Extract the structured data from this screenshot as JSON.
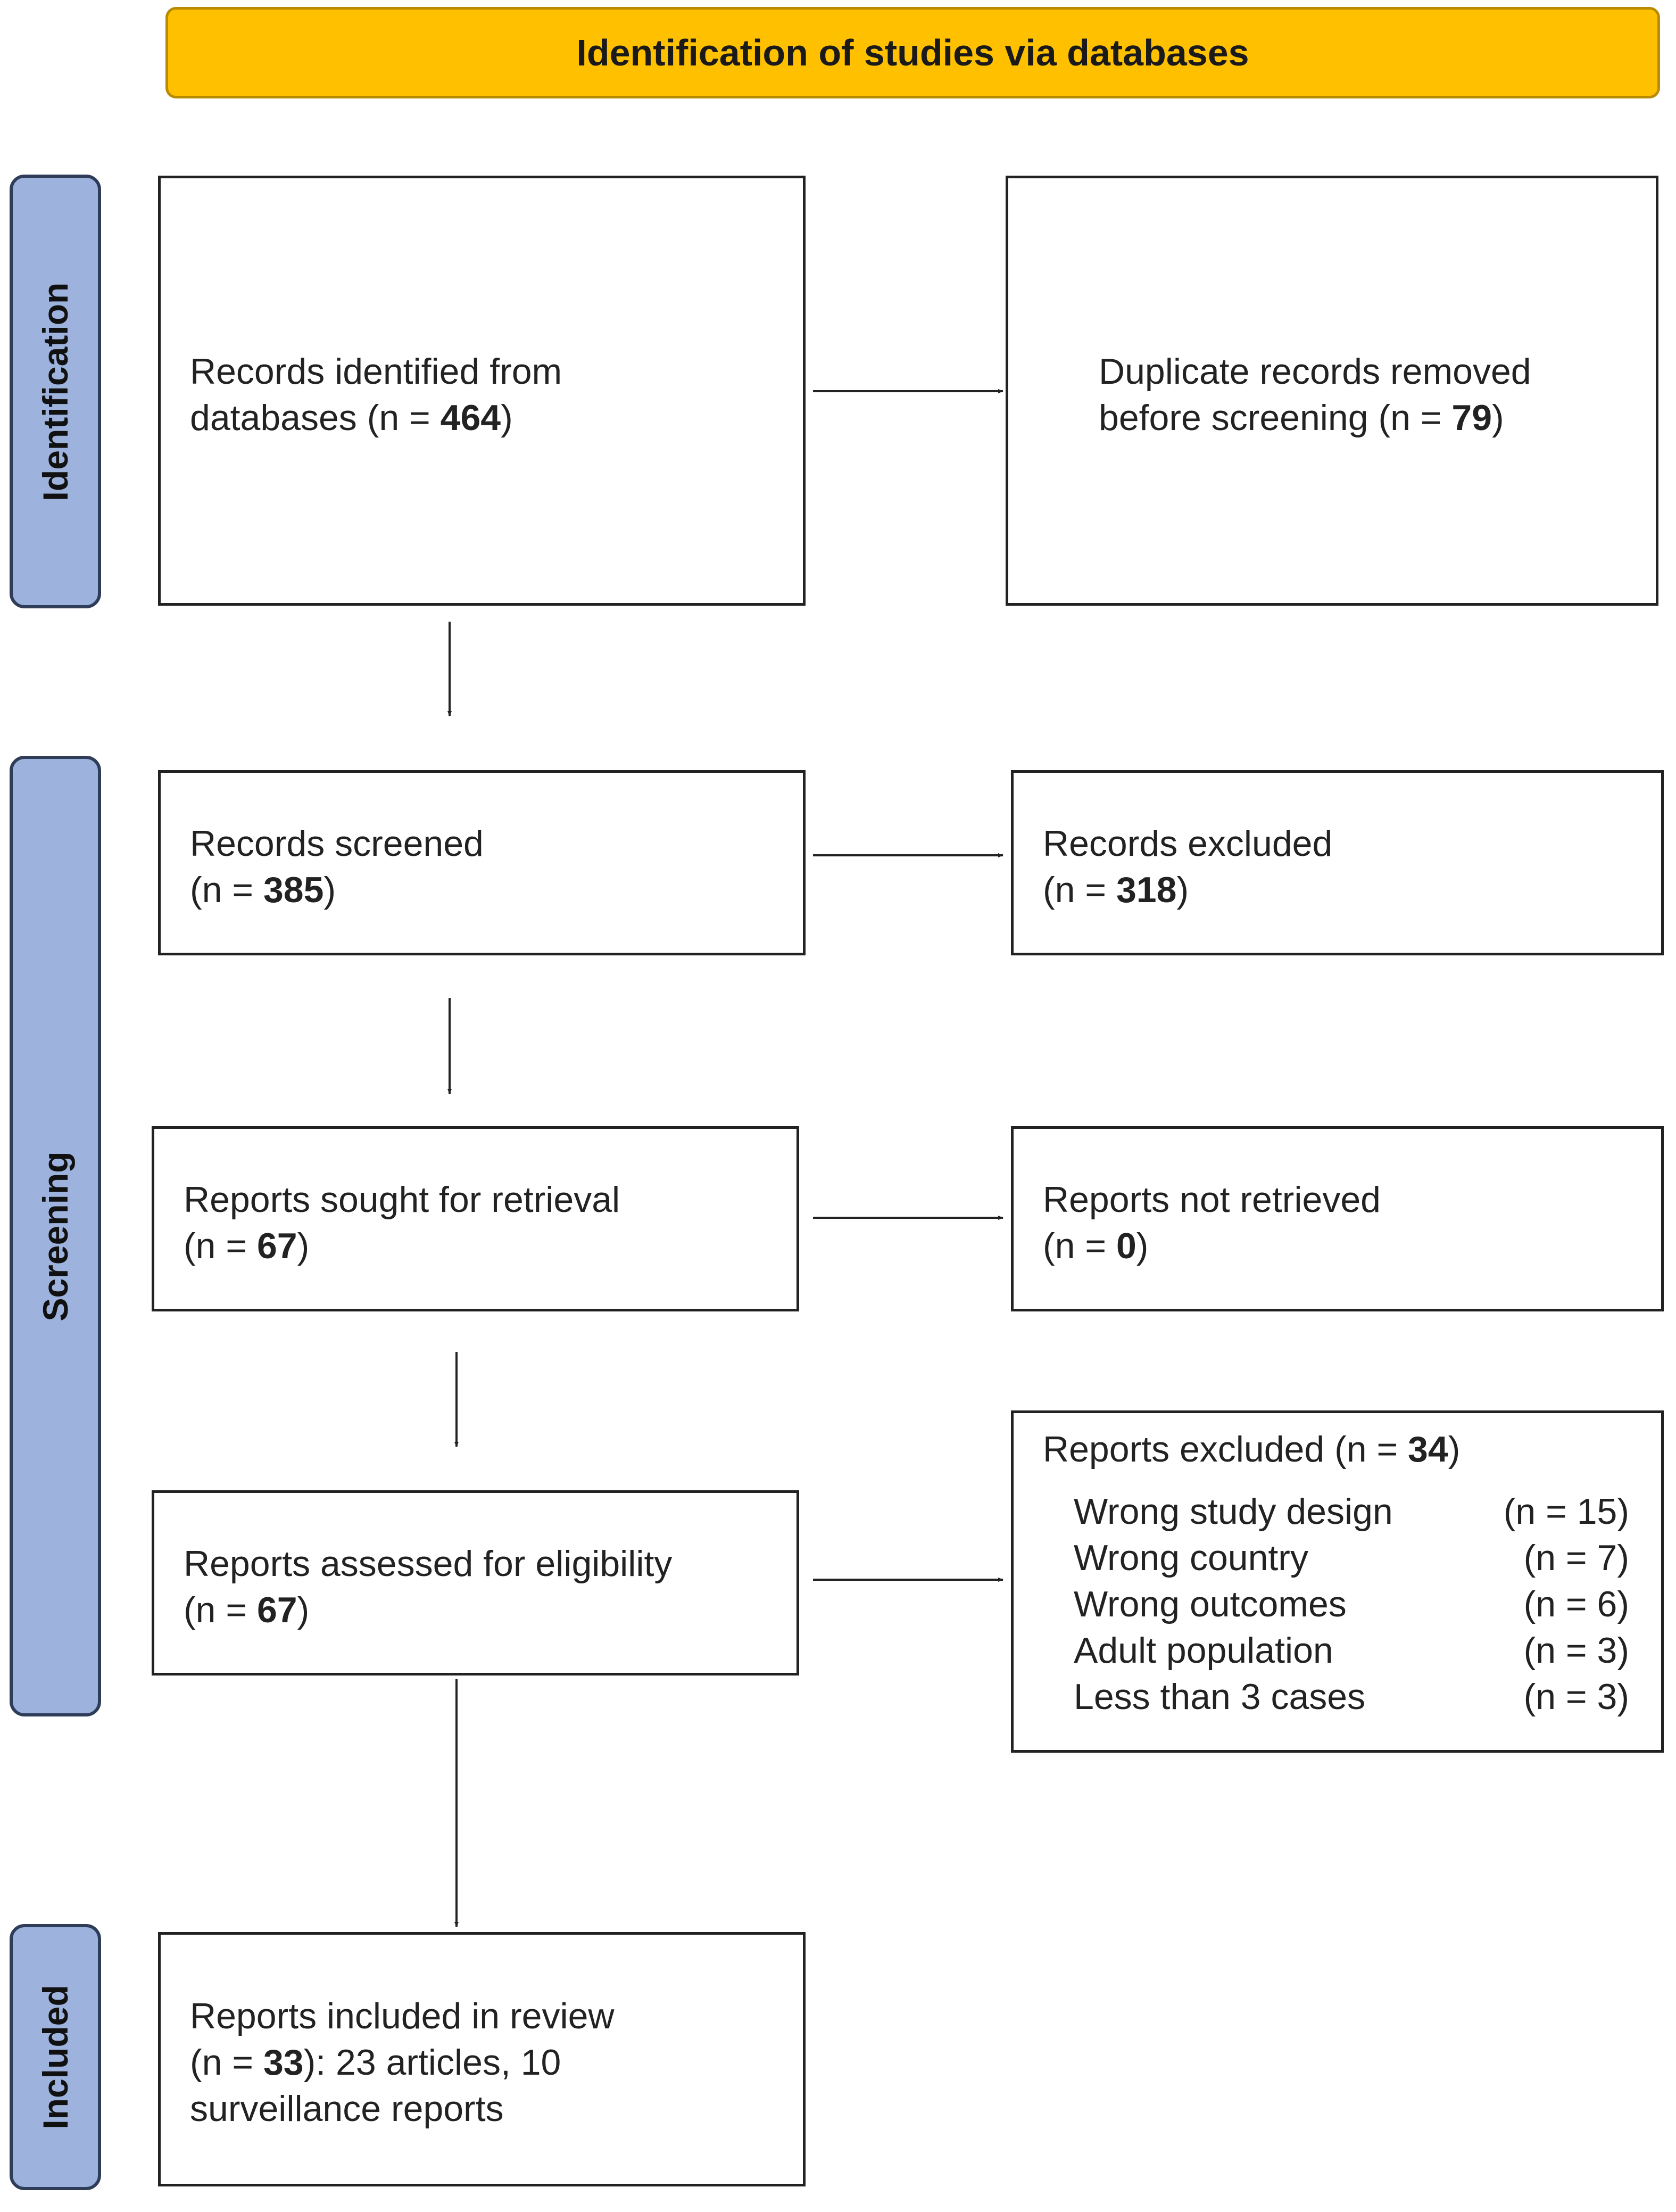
{
  "header": {
    "title": "Identification of studies via databases"
  },
  "colors": {
    "header_fill": "#ffc000",
    "phase_fill": "#9db3de",
    "box_border": "#222222"
  },
  "phases": {
    "identification": "Identification",
    "screening": "Screening",
    "included": "Included"
  },
  "boxes": {
    "records_identified": {
      "line1": "Records identified from",
      "pre": "databases (n = ",
      "n": "464",
      "post": ")"
    },
    "duplicates_removed": {
      "line1": "Duplicate records removed",
      "pre": "before screening (n = ",
      "n": "79",
      "post": ")"
    },
    "records_screened": {
      "line1": "Records screened",
      "pre": "(n = ",
      "n": "385",
      "post": ")"
    },
    "records_excluded": {
      "line1": "Records excluded",
      "pre": "(n = ",
      "n": "318",
      "post": ")"
    },
    "reports_sought": {
      "line1": "Reports sought for retrieval",
      "pre": "(n = ",
      "n": "67",
      "post": ")"
    },
    "reports_not_retrieved": {
      "line1": "Reports not retrieved",
      "pre": "(n = ",
      "n": "0",
      "post": ")"
    },
    "reports_assessed": {
      "line1": "Reports assessed for eligibility",
      "pre": "(n = ",
      "n": "67",
      "post": ")"
    },
    "reports_excluded": {
      "pre": "Reports excluded (n = ",
      "n": "34",
      "post": ")",
      "reasons": [
        {
          "label": "Wrong study design",
          "count": "(n = 15)"
        },
        {
          "label": "Wrong country",
          "count": "(n = 7)"
        },
        {
          "label": "Wrong outcomes",
          "count": "(n = 6)"
        },
        {
          "label": "Adult population",
          "count": "(n = 3)"
        },
        {
          "label": "Less than 3 cases",
          "count": "(n = 3)"
        }
      ]
    },
    "reports_included": {
      "line1": "Reports included in review",
      "pre": "(n = ",
      "n": "33",
      "post": "): 23 articles, 10",
      "line3": "surveillance reports"
    }
  }
}
